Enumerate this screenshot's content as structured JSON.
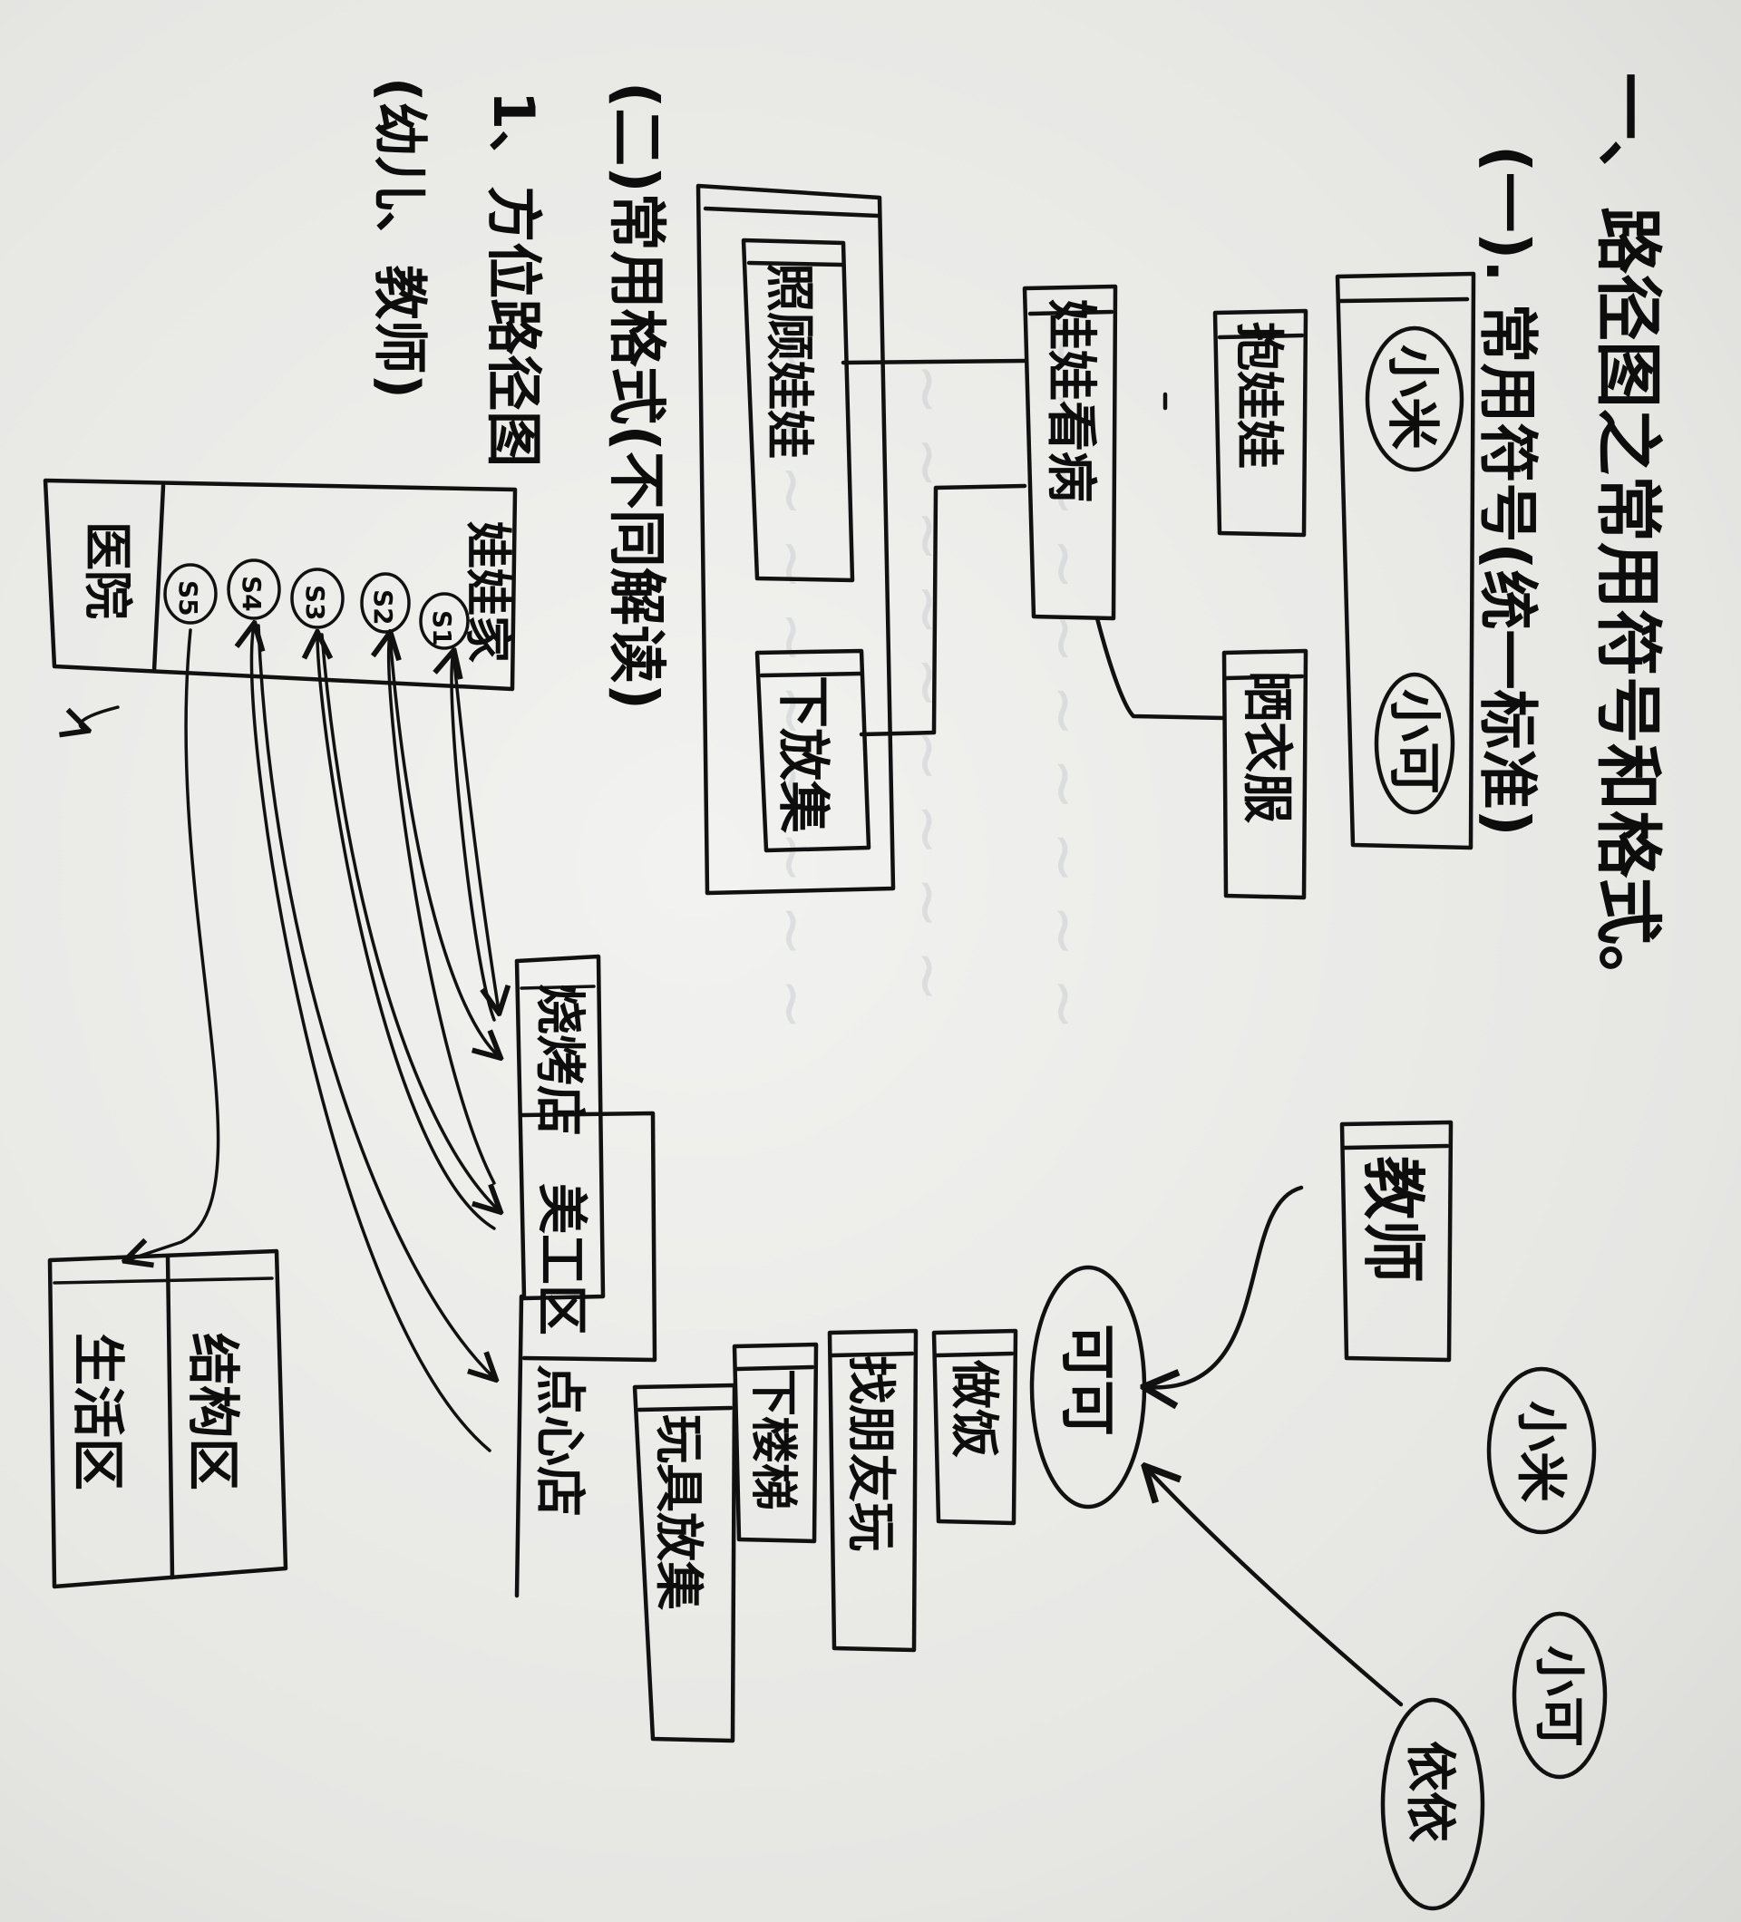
{
  "heading": {
    "main": "一、路径图之常用符号和格式。",
    "sub1": "(一). 常用符号(统一标准)"
  },
  "symbols": {
    "role_label_1": "小米",
    "role_label_2": "小可",
    "action_boxes": [
      "抱娃娃",
      "娃娃看病",
      "晒衣服"
    ],
    "outer_group": [
      "照顾娃娃",
      "下放集"
    ]
  },
  "map_example": {
    "teacher": "教师",
    "hub": "可可",
    "roles": [
      "小米",
      "小可",
      "依依"
    ],
    "activities": [
      "做饭",
      "找朋友玩",
      "下楼梯",
      "玩具放集"
    ]
  },
  "heading2": "(二)常用格式(不同解读)",
  "format1": {
    "title": "1、方位路径图",
    "subtitle": "(幼儿、教师)",
    "left_column": [
      "娃娃家"
    ],
    "children": [
      "S1",
      "S2",
      "S3",
      "S4",
      "S5"
    ],
    "hospital": "医院",
    "destinations": [
      "烧烤店",
      "美工区",
      "点心店"
    ],
    "right_box": [
      "结构区",
      "生活区"
    ]
  }
}
